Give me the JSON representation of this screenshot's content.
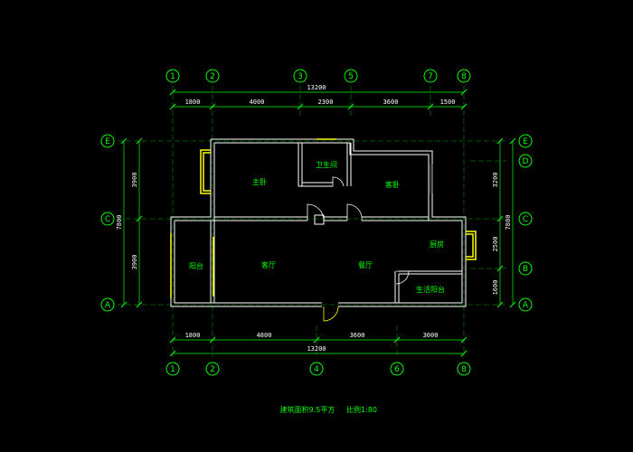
{
  "axes_top": [
    "1",
    "2",
    "3",
    "5",
    "7",
    "8"
  ],
  "axes_bottom": [
    "1",
    "2",
    "4",
    "6",
    "8"
  ],
  "axes_left": [
    "E",
    "C",
    "A"
  ],
  "axes_right": [
    "E",
    "D",
    "C",
    "B",
    "A"
  ],
  "dims": {
    "top_total": "13200",
    "top_segments": [
      "1800",
      "4000",
      "2300",
      "3600",
      "1500"
    ],
    "bottom_total": "13200",
    "bottom_segments": [
      "1800",
      "4800",
      "3600",
      "3000"
    ],
    "left_total": "7800",
    "left_segments": [
      "3900",
      "3900"
    ],
    "right_total": "7800",
    "right_segments": [
      "3200",
      "2500",
      "1600"
    ]
  },
  "rooms": {
    "master_bedroom": "主卧",
    "bathroom": "卫生间",
    "secondary_bedroom": "客卧",
    "balcony": "阳台",
    "living_room": "客厅",
    "dining_room": "餐厅",
    "kitchen": "厨房",
    "service_balcony": "生活阳台"
  },
  "caption": {
    "area": "建筑面积9.5平方",
    "scale": "比例1:80"
  },
  "colors": {
    "wall": "#ffffff",
    "axis": "#00ff00",
    "window": "#ffff00",
    "text": "#00ff00",
    "dim": "#ffffff"
  }
}
